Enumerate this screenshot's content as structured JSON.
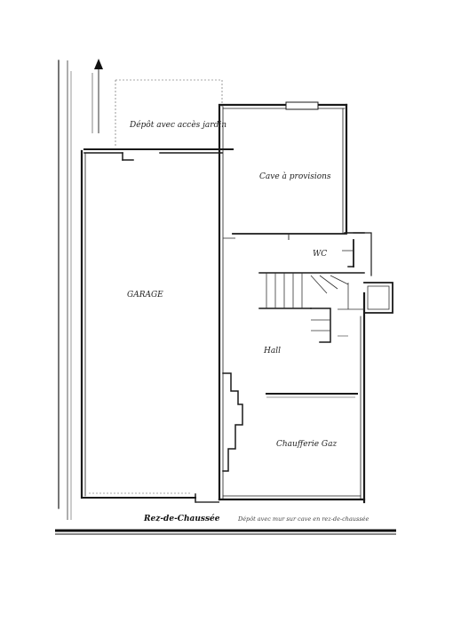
{
  "rooms": {
    "depot": "Dépôt avec accès jardin",
    "cave": "Cave à provisions",
    "wc": "WC",
    "garage": "GARAGE",
    "hall": "Hall",
    "chaufferie": "Chaufferie Gaz"
  },
  "caption": {
    "title": "Rez-de-Chaussée",
    "subtitle": "Dépôt avec mur sur cave en rez-de-chaussée"
  },
  "colors": {
    "ink": "#1a1a1a",
    "paper": "#ffffff"
  }
}
